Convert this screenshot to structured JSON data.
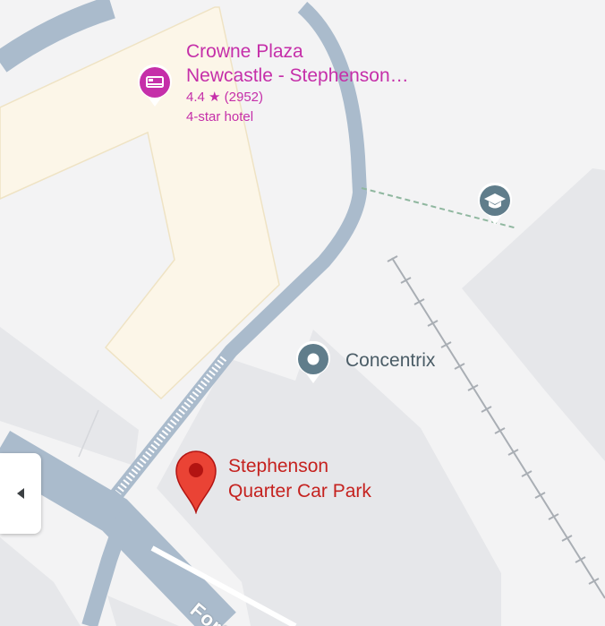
{
  "hotel": {
    "name_line1": "Crowne Plaza",
    "name_line2": "Newcastle - Stephenson…",
    "rating": "4.4",
    "star": "★",
    "review_count": "(2952)",
    "category": "4-star hotel",
    "icon": "hotel-bed-icon",
    "color": "#c52fa9"
  },
  "poi_education": {
    "icon": "graduation-cap-icon"
  },
  "concentrix": {
    "name": "Concentrix",
    "icon": "place-circle-icon"
  },
  "selected_place": {
    "name_line1": "Stephenson",
    "name_line2": "Quarter Car Park",
    "icon": "red-map-pin-icon",
    "color": "#c5221f"
  },
  "road": {
    "label": "Forth"
  },
  "side_panel_toggle": {
    "icon": "chevron-left-icon"
  },
  "colors": {
    "map_background": "#f3f3f4",
    "road": "#aabbcc",
    "hotel_area": "#fcf6e8",
    "building": "#e6e7ea",
    "poi_gray": "#607d8b"
  }
}
